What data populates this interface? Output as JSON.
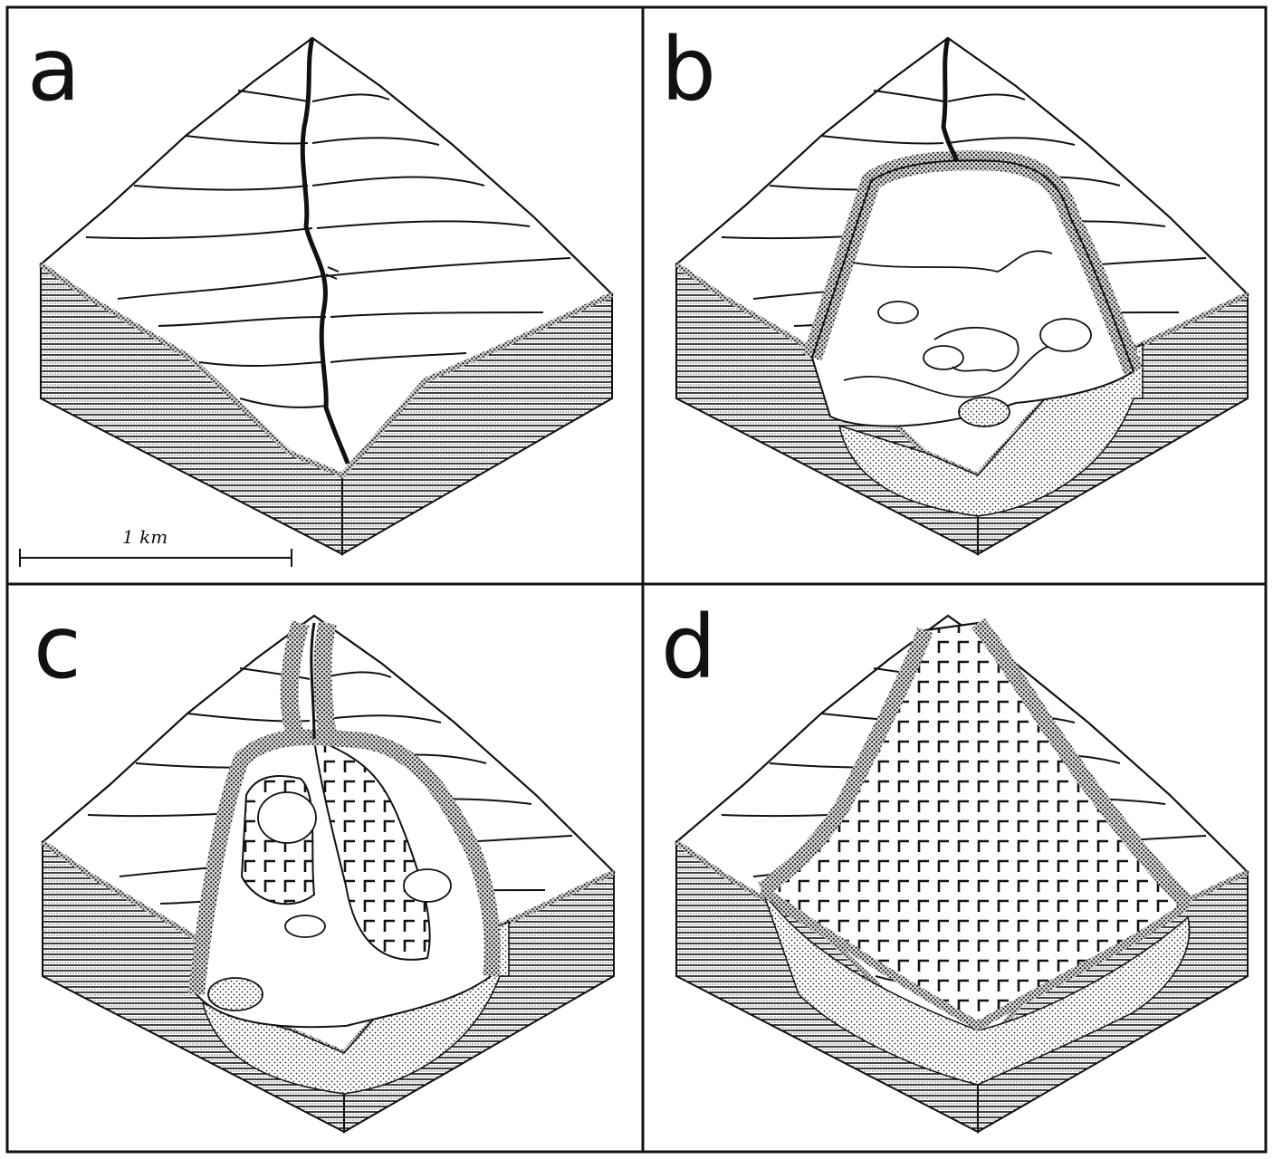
{
  "panels": [
    {
      "id": "a",
      "label": "a"
    },
    {
      "id": "b",
      "label": "b"
    },
    {
      "id": "c",
      "label": "c"
    },
    {
      "id": "d",
      "label": "d"
    }
  ],
  "scale_bar": {
    "label": "1 km"
  }
}
